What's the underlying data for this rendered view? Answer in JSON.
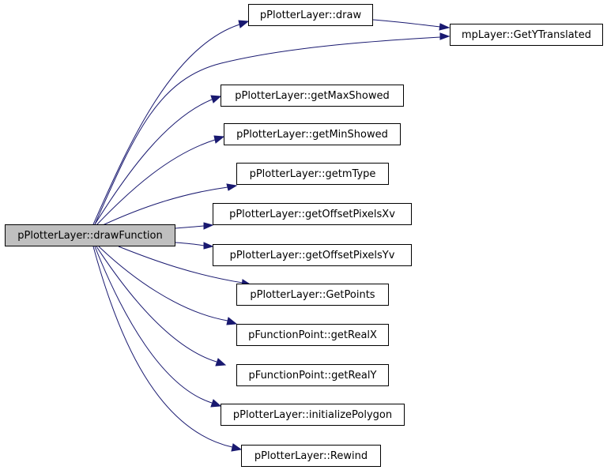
{
  "nodes": {
    "draw_function": "pPlotterLayer::drawFunction",
    "draw": "pPlotterLayer::draw",
    "get_y_translated": "mpLayer::GetYTranslated",
    "get_max_showed": "pPlotterLayer::getMaxShowed",
    "get_min_showed": "pPlotterLayer::getMinShowed",
    "getm_type": "pPlotterLayer::getmType",
    "get_offset_pixels_xv": "pPlotterLayer::getOffsetPixelsXv",
    "get_offset_pixels_yv": "pPlotterLayer::getOffsetPixelsYv",
    "get_points": "pPlotterLayer::GetPoints",
    "get_real_x": "pFunctionPoint::getRealX",
    "get_real_y": "pFunctionPoint::getRealY",
    "initialize_polygon": "pPlotterLayer::initializePolygon",
    "rewind": "pPlotterLayer::Rewind"
  },
  "colors": {
    "edge": "#191970",
    "root_fill": "#bfbfbf",
    "node_fill": "#ffffff",
    "border": "#000000"
  }
}
